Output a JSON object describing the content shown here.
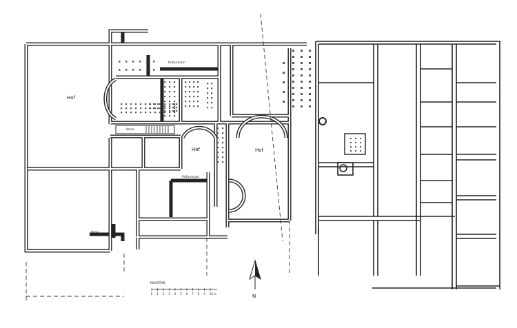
{
  "labels": {
    "hof_1": "Hof",
    "hof_2": "Hof",
    "hof_3": "Hof",
    "praefurnium_1": "Präfurnium",
    "praefurnium_2": "Präfurnium",
    "kanal_1": "Kanal",
    "kanal_2": "Kanal"
  },
  "scale": {
    "title": "MASSTAB",
    "ticks": [
      "0",
      "1",
      "2",
      "3",
      "4",
      "5",
      "6",
      "7",
      "8",
      "9",
      "10 m"
    ]
  },
  "north": {
    "letter": "N"
  },
  "colors": {
    "ink": "#222222",
    "paper": "#ffffff"
  }
}
